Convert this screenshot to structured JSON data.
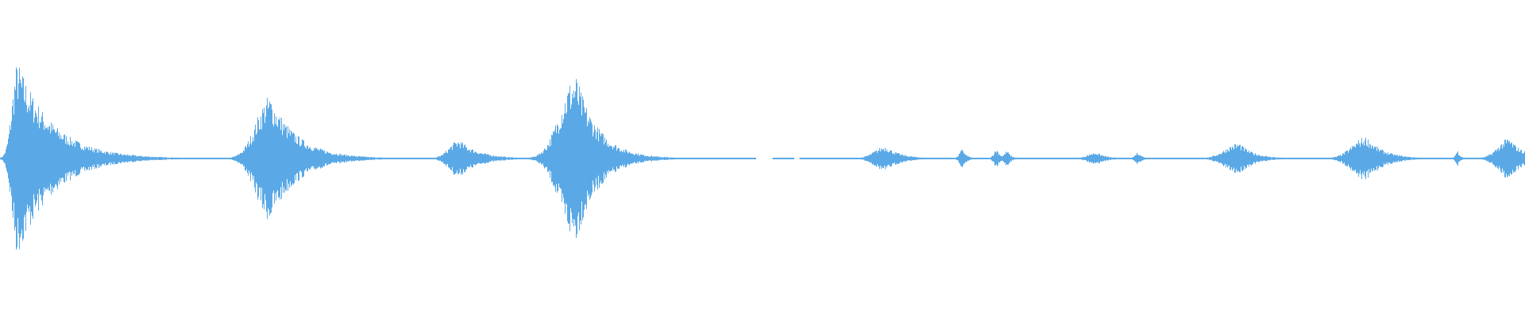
{
  "waveform": {
    "color": "#5aa9e6",
    "baseline_color": "#5aa9e6",
    "background": "#ffffff",
    "duration_units": 1920,
    "bursts": [
      {
        "center": 22,
        "amplitude": 0.62,
        "attack": 10,
        "decay": 70
      },
      {
        "center": 340,
        "amplitude": 0.4,
        "attack": 25,
        "decay": 55
      },
      {
        "center": 578,
        "amplitude": 0.12,
        "attack": 18,
        "decay": 40
      },
      {
        "center": 725,
        "amplitude": 0.53,
        "attack": 28,
        "decay": 45
      },
      {
        "center": 1115,
        "amplitude": 0.08,
        "attack": 20,
        "decay": 30
      },
      {
        "center": 1212,
        "amplitude": 0.06,
        "attack": 6,
        "decay": 8
      },
      {
        "center": 1255,
        "amplitude": 0.06,
        "attack": 6,
        "decay": 8
      },
      {
        "center": 1268,
        "amplitude": 0.05,
        "attack": 6,
        "decay": 8
      },
      {
        "center": 1380,
        "amplitude": 0.04,
        "attack": 15,
        "decay": 20
      },
      {
        "center": 1433,
        "amplitude": 0.04,
        "attack": 6,
        "decay": 8
      },
      {
        "center": 1560,
        "amplitude": 0.1,
        "attack": 25,
        "decay": 30
      },
      {
        "center": 1720,
        "amplitude": 0.14,
        "attack": 25,
        "decay": 35
      },
      {
        "center": 1835,
        "amplitude": 0.05,
        "attack": 4,
        "decay": 6
      },
      {
        "center": 1900,
        "amplitude": 0.13,
        "attack": 20,
        "decay": 30
      }
    ],
    "gaps": [
      [
        952,
        972
      ],
      [
        1000,
        1006
      ]
    ]
  }
}
